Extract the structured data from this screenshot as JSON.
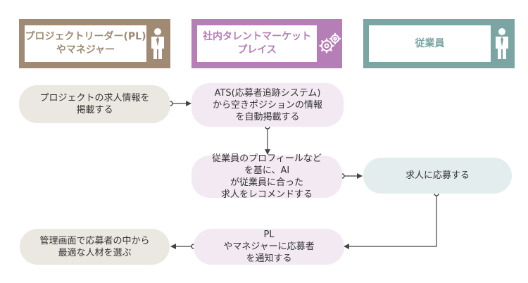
{
  "lanes": {
    "pl": {
      "title": "プロジェクトリーダー(PL)やマネジャー",
      "color": "#a08a74",
      "text_color": "#a08a74"
    },
    "marketplace": {
      "title": "社内タレントマーケット プレイス",
      "color": "#b57eb6",
      "text_color": "#b57eb6"
    },
    "employee": {
      "title": "従業員",
      "color": "#7aa5a3",
      "text_color": "#7aa5a3"
    }
  },
  "nodes": {
    "post_job": "プロジェクトの求人情報を 掲載する",
    "ats": "ATS(応募者追跡システム) から空きポジションの情報 を自動掲載する",
    "ai_recommend": "従業員のプロフィールなど を基に、AI が従業員に合った 求人をレコメンドする",
    "apply": "求人に応募する",
    "notify": "PL やマネジャーに応募者 を通知する",
    "select": "管理画面で応募者の中から 最適な人材を選ぶ"
  },
  "icons": {
    "pl_icon": "person-icon",
    "marketplace_icon": "gears-icon",
    "employee_icon": "person-icon"
  }
}
